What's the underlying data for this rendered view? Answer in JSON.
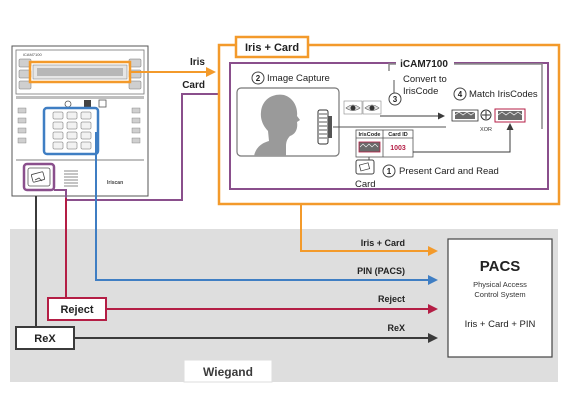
{
  "colors": {
    "orange": "#f39a2b",
    "purple": "#8a4f8c",
    "blue": "#3f7ec3",
    "red": "#b41e45",
    "dark": "#3b3b3b",
    "gray_band": "#dedede"
  },
  "device": {
    "brand_small": "iCAM7100",
    "brand_label": "Iriscan"
  },
  "iris_card_box": {
    "title": "Iris + Card",
    "device_name": "iCAM7100",
    "steps": [
      {
        "num": "2",
        "label": "Image Capture"
      },
      {
        "num": "3",
        "label_line1": "Convert to",
        "label_line2": "IrisCode"
      },
      {
        "num": "4",
        "label": "Match IrisCodes"
      },
      {
        "num": "1",
        "label": "Present Card and Read"
      }
    ],
    "card_table": {
      "col1_header": "IrisCode",
      "col2_header": "Card ID",
      "card_id": "1003"
    },
    "xor_label": "XOR",
    "card_label": "Card"
  },
  "inputs": {
    "iris": "Iris",
    "card": "Card"
  },
  "signals": {
    "iris_card": "Iris + Card",
    "pin": "PIN (PACS)",
    "reject": "Reject",
    "rex": "ReX"
  },
  "side_labels": {
    "reject_box": "Reject",
    "rex_box": "ReX",
    "wiegand": "Wiegand"
  },
  "pacs": {
    "title": "PACS",
    "subtitle_line1": "Physical Access",
    "subtitle_line2": "Control System",
    "method": "Iris + Card + PIN"
  }
}
